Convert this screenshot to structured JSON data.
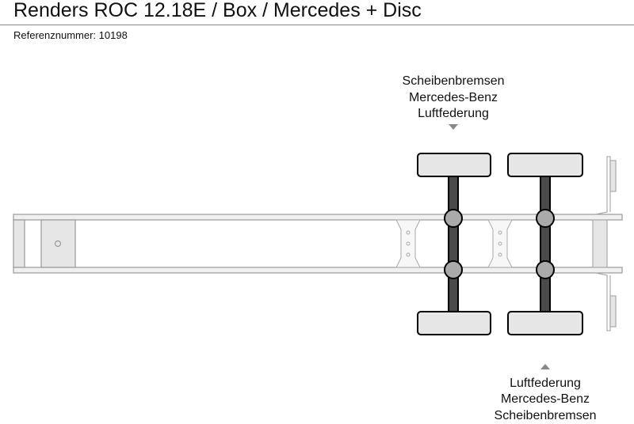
{
  "title": "Renders ROC 12.18E / Box / Mercedes + Disc",
  "reference": "Referenznummer: 10198",
  "axle_labels": {
    "top": [
      "Scheibenbremsen",
      "Mercedes-Benz",
      "Luftfederung"
    ],
    "bottom": [
      "Luftfederung",
      "Mercedes-Benz",
      "Scheibenbremsen"
    ]
  },
  "colors": {
    "axle": "#4a4a4a",
    "wheel": "#e6e6e6",
    "hub": "#aaaaaa",
    "frame": "#f0f0f0"
  }
}
